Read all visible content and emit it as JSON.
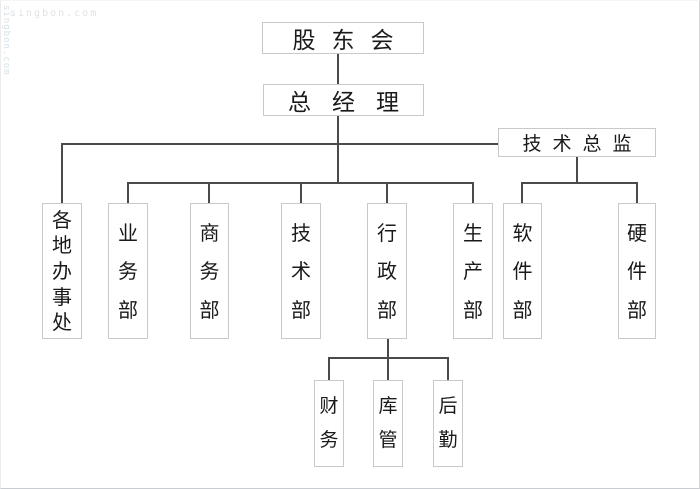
{
  "watermarks": {
    "top": "singbon.com",
    "left_vertical": "singbon.com"
  },
  "org": {
    "root": {
      "label": "股东会"
    },
    "general_manager": {
      "label": "总经理"
    },
    "tech_director": {
      "label": "技术总监"
    },
    "departments": [
      {
        "label": "各地办事处"
      },
      {
        "label": "业务部"
      },
      {
        "label": "商务部"
      },
      {
        "label": "技术部"
      },
      {
        "label": "行政部"
      },
      {
        "label": "生产部"
      },
      {
        "label": "软件部"
      },
      {
        "label": "硬件部"
      }
    ],
    "admin_sub_departments": [
      {
        "label": "财务"
      },
      {
        "label": "库管"
      },
      {
        "label": "后勤"
      }
    ]
  },
  "colors": {
    "connector_line": "#4a4a4a",
    "box_border": "#c9c9c9",
    "text": "#1a1a1a",
    "watermark_top": "#e2e2e2",
    "watermark_left": "#d4e2ea"
  }
}
